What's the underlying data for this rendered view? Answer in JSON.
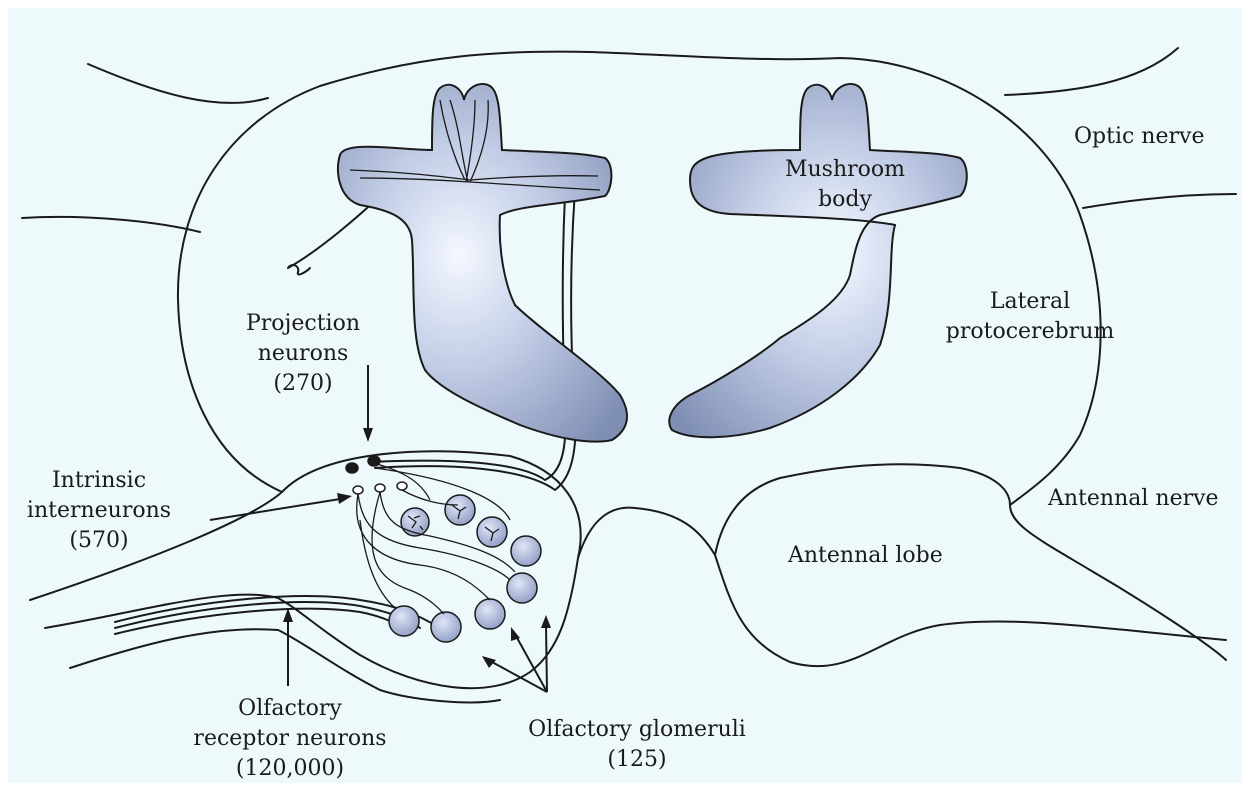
{
  "labels": {
    "optic_nerve": "Optic nerve",
    "mushroom_body": [
      "Mushroom",
      "body"
    ],
    "lateral_protocerebrum": [
      "Lateral",
      "protocerebrum"
    ],
    "projection_neurons": [
      "Projection",
      "neurons",
      "(270)"
    ],
    "intrinsic_interneurons": [
      "Intrinsic",
      "interneurons",
      "(570)"
    ],
    "antennal_nerve": "Antennal nerve",
    "antennal_lobe": "Antennal lobe",
    "olfactory_receptor_neurons": [
      "Olfactory",
      "receptor neurons",
      "(120,000)"
    ],
    "olfactory_glomeruli": [
      "Olfactory glomeruli",
      "(125)"
    ]
  },
  "colors": {
    "background": "#eef9fb",
    "mushroom_fill_light": "#f4f8ff",
    "mushroom_fill_dark": "#7f8fb4",
    "glomerulus_fill": "#a9b5d6",
    "stroke": "#1a1a1a"
  }
}
